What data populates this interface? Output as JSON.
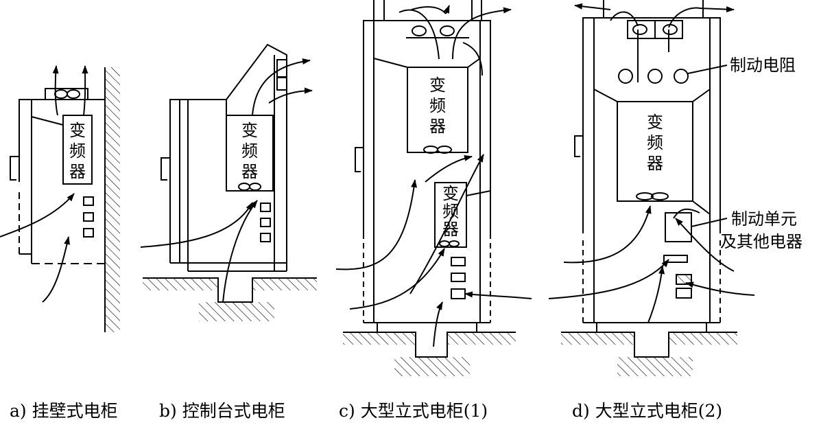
{
  "inverter_label": [
    "变",
    "频",
    "器"
  ],
  "labels": {
    "brake_resistor": "制动电阻",
    "brake_unit_line1": "制动单元",
    "brake_unit_line2": "及其他电器"
  },
  "captions": {
    "a": "a) 挂壁式电柜",
    "b": "b) 控制台式电柜",
    "c": "c) 大型立式电柜(1)",
    "d": "d) 大型立式电柜(2)"
  },
  "colors": {
    "line": "#000000",
    "background": "#ffffff"
  }
}
